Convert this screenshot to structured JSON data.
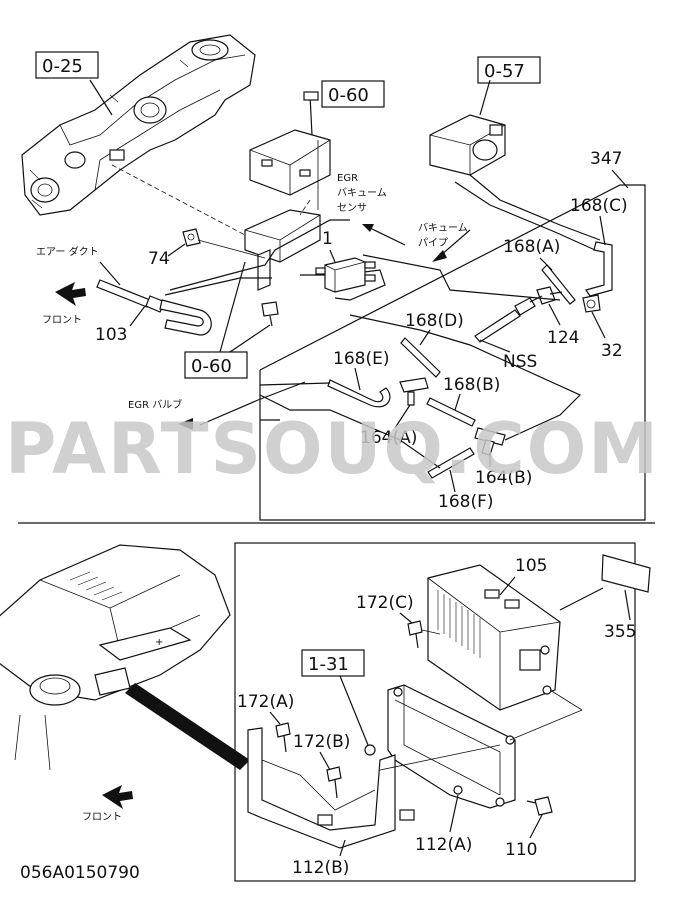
{
  "ref_boxes": {
    "ref_0_25": "0-25",
    "ref_0_60_top": "0-60",
    "ref_0_57": "0-57",
    "ref_0_60_bottom": "0-60",
    "ref_1_31": "1-31"
  },
  "part_labels": {
    "p347": "347",
    "p168c": "168(C)",
    "p168a": "168(A)",
    "p124": "124",
    "p32": "32",
    "pNSS": "NSS",
    "p168d": "168(D)",
    "p168e": "168(E)",
    "p168b": "168(B)",
    "p164a": "164(A)",
    "p164b": "164(B)",
    "p168f": "168(F)",
    "p74": "74",
    "p1": "1",
    "p103": "103",
    "p105": "105",
    "p172c": "172(C)",
    "p355": "355",
    "p172a": "172(A)",
    "p172b": "172(B)",
    "p112a": "112(A)",
    "p110": "110",
    "p112b": "112(B)"
  },
  "jp_labels": {
    "egr_sensor_1": "EGR",
    "egr_sensor_2": "バキューム",
    "egr_sensor_3": "センサ",
    "vac_pipe_1": "バキューム",
    "vac_pipe_2": "パイプ",
    "air_duct": "エアー ダクト",
    "front_top": "フロント",
    "egr_valve": "EGR バルブ",
    "front_bottom": "フロント"
  },
  "watermark": "PARTSOUQ.COM",
  "diagram_code": "056A0150790"
}
